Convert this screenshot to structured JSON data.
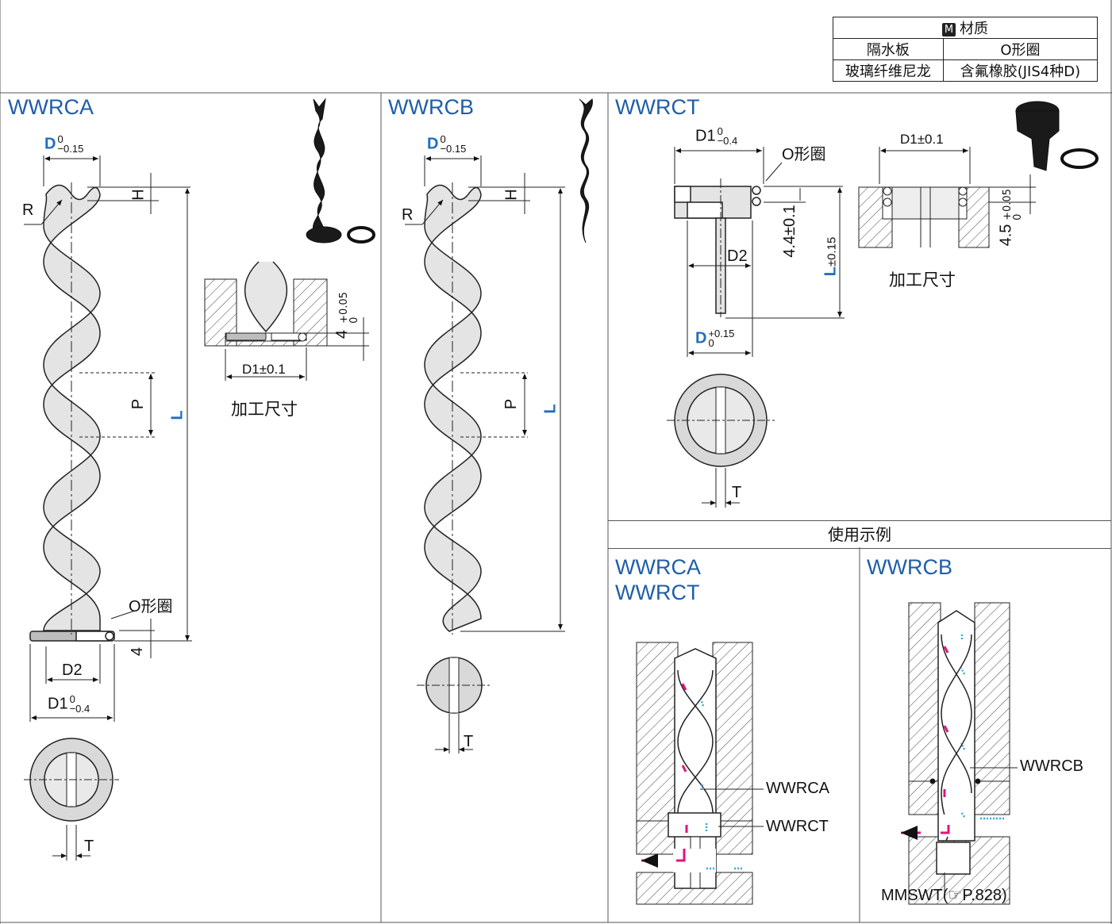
{
  "material_table": {
    "badge": "M",
    "title": "材质",
    "col1_header": "隔水板",
    "col2_header": "O形圈",
    "col1_value": "玻璃纤维尼龙",
    "col2_value": "含氟橡胶(JIS4种D)"
  },
  "panels": {
    "a": {
      "model": "WWRCA",
      "D": "D",
      "D_tol_top": "0",
      "D_tol_bot": "−0.15",
      "R": "R",
      "H": "H",
      "P": "P",
      "L": "L",
      "oring": "O形圈",
      "four": "4",
      "D2": "D2",
      "D1": "D1",
      "D1_tol_top": "0",
      "D1_tol_bot": "−0.4",
      "T": "T",
      "machining": {
        "height": "4",
        "tol_top": "+0.05",
        "tol_bot": "0",
        "D1": "D1±0.1",
        "caption": "加工尺寸"
      }
    },
    "b": {
      "model": "WWRCB",
      "D": "D",
      "D_tol_top": "0",
      "D_tol_bot": "−0.15",
      "R": "R",
      "H": "H",
      "P": "P",
      "L": "L",
      "T": "T"
    },
    "t": {
      "model": "WWRCT",
      "D1": "D1",
      "D1_tol_top": "0",
      "D1_tol_bot": "−0.4",
      "oring": "O形圈",
      "h44": "4.4±0.1",
      "L": "L",
      "L_tol": "±0.15",
      "D2": "D2",
      "D": "D",
      "D_tol_top": "+0.15",
      "D_tol_bot": "0",
      "T": "T",
      "machining": {
        "D1": "D1±0.1",
        "height": "4.5",
        "tol_top": "+0.05",
        "tol_bot": "0",
        "caption": "加工尺寸"
      }
    }
  },
  "usage": {
    "title": "使用示例",
    "left_title1": "WWRCA",
    "left_title2": "WWRCT",
    "left_label1": "WWRCA",
    "left_label2": "WWRCT",
    "right_title": "WWRCB",
    "right_label1": "WWRCB",
    "right_label2": "MMSWT(☞P.828)"
  },
  "colors": {
    "accent_blue": "#1f5ea8",
    "flow_magenta": "#e0157a",
    "flow_cyan": "#35a9e0"
  }
}
